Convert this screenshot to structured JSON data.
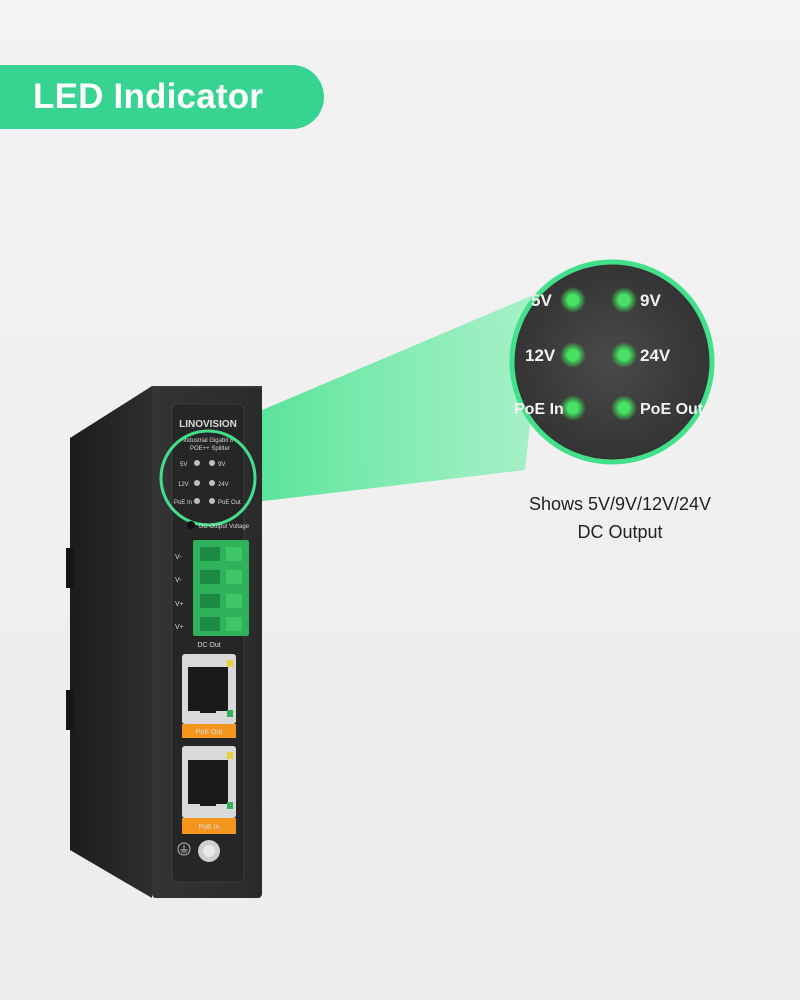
{
  "badge": {
    "title": "LED Indicator"
  },
  "caption": {
    "line1": "Shows 5V/9V/12V/24V",
    "line2": "DC Output"
  },
  "device": {
    "brand": "LINOVISION",
    "model_line1": "Industrial Gigabit 8+",
    "model_line2": "POE++ Splitter",
    "leds": {
      "v5": "5V",
      "v9": "9V",
      "v12": "12V",
      "v24": "24V",
      "poe_in": "PoE In",
      "poe_out": "PoE Out"
    },
    "dc_output_voltage": "DC Output Voltage",
    "terminal_labels": [
      "V-",
      "V-",
      "V+",
      "V+"
    ],
    "dc_out": "DC Out",
    "port1": "PoE Out",
    "port2": "PoE In"
  },
  "zoom": {
    "v5": "5V",
    "v9": "9V",
    "v12": "12V",
    "v24": "24V",
    "poe_in": "PoE In",
    "poe_out": "PoE Out"
  },
  "colors": {
    "accent": "#37d391",
    "led": "#3fd85a",
    "orange": "#f4961e",
    "terminal": "#2fb25a",
    "device": "#2b2b2b"
  }
}
